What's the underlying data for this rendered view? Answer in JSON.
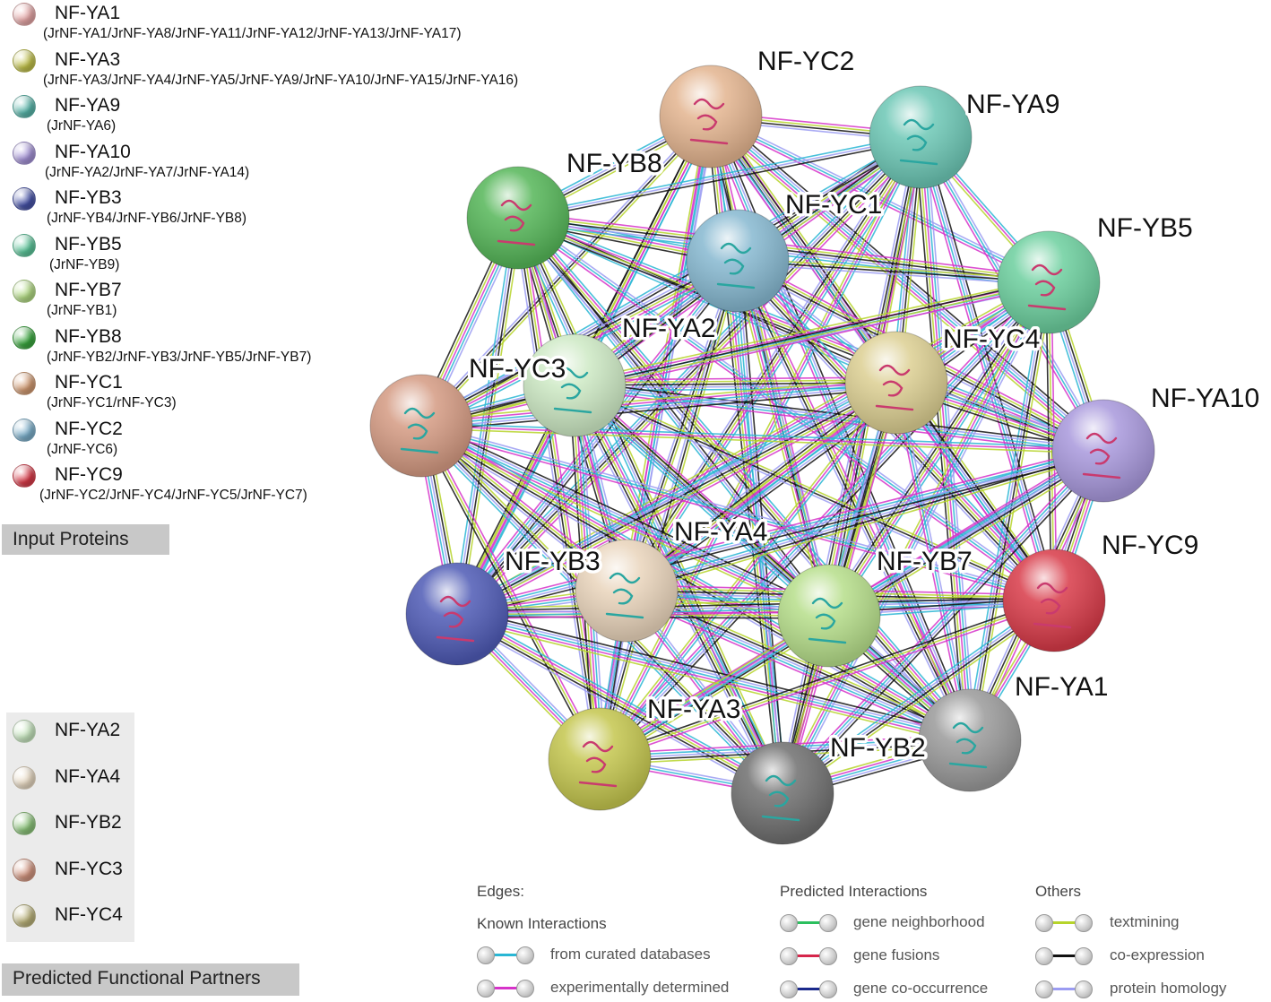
{
  "input_proteins": [
    {
      "name": "NF-YA1",
      "members": "(JrNF-YA1/JrNF-YA8/JrNF-YA11/JrNF-YA12/JrNF-YA13/JrNF-YA17)",
      "color": "#e8a8a8"
    },
    {
      "name": "NF-YA3",
      "members": "(JrNF-YA3/JrNF-YA4/JrNF-YA5/JrNF-YA9/JrNF-YA10/JrNF-YA15/JrNF-YA16)",
      "color": "#c2c24a"
    },
    {
      "name": "NF-YA9",
      "members": "(JrNF-YA6)",
      "color": "#58b7ab"
    },
    {
      "name": "NF-YA10",
      "members": "(JrNF-YA2/JrNF-YA7/JrNF-YA14)",
      "color": "#a593d8"
    },
    {
      "name": "NF-YB3",
      "members": "(JrNF-YB4/JrNF-YB6/JrNF-YB8)",
      "color": "#4652a8"
    },
    {
      "name": "NF-YB5",
      "members": "(JrNF-YB9)",
      "color": "#5cc79b"
    },
    {
      "name": "NF-YB7",
      "members": "(JrNF-YB1)",
      "color": "#b3dc84"
    },
    {
      "name": "NF-YB8",
      "members": "(JrNF-YB2/JrNF-YB3/JrNF-YB5/JrNF-YB7)",
      "color": "#3aa83e"
    },
    {
      "name": "NF-YC1",
      "members": "(JrNF-YC1/rNF-YC3)",
      "color": "#d39b72"
    },
    {
      "name": "NF-YC2",
      "members": "(JrNF-YC6)",
      "color": "#7cb0cc"
    },
    {
      "name": "NF-YC9",
      "members": "(JrNF-YC2/JrNF-YC4/JrNF-YC5/JrNF-YC7)",
      "color": "#d93a48"
    }
  ],
  "input_proteins_title": "Input Proteins",
  "predicted_partners": [
    {
      "name": "NF-YA2",
      "color": "#c8e8c0"
    },
    {
      "name": "NF-YA4",
      "color": "#eadbc4"
    },
    {
      "name": "NF-YB2",
      "color": "#8cc57a"
    },
    {
      "name": "NF-YC3",
      "color": "#d49680"
    },
    {
      "name": "NF-YC4",
      "color": "#bbb37a"
    }
  ],
  "predicted_partners_title": "Predicted Functional Partners",
  "network_nodes": [
    {
      "name": "NF-YC2",
      "color": "#e3b48f"
    },
    {
      "name": "NF-YA9",
      "color": "#6cc7b5"
    },
    {
      "name": "NF-YB8",
      "color": "#55b658"
    },
    {
      "name": "NF-YC1",
      "color": "#86b8d0"
    },
    {
      "name": "NF-YB5",
      "color": "#6ccf9e"
    },
    {
      "name": "NF-YA2",
      "color": "#cde9c4"
    },
    {
      "name": "NF-YC4",
      "color": "#dccf92"
    },
    {
      "name": "NF-YC3",
      "color": "#d49a82"
    },
    {
      "name": "NF-YA10",
      "color": "#a898dc"
    },
    {
      "name": "NF-YA4",
      "color": "#e9d4bb"
    },
    {
      "name": "NF-YB3",
      "color": "#4e5ab5"
    },
    {
      "name": "NF-YB7",
      "color": "#b6de8a"
    },
    {
      "name": "NF-YC9",
      "color": "#d83a48"
    },
    {
      "name": "NF-YA1",
      "color": "#9a9a9a"
    },
    {
      "name": "NF-YA3",
      "color": "#c4c64e"
    },
    {
      "name": "NF-YB2",
      "color": "#6f6f6f"
    }
  ],
  "edges_legend": {
    "title": "Edges:",
    "known_title": "Known Interactions",
    "predicted_title": "Predicted Interactions",
    "others_title": "Others",
    "known": [
      {
        "label": "from curated databases",
        "color": "#29b6d4"
      },
      {
        "label": "experimentally determined",
        "color": "#d633c9"
      }
    ],
    "predicted": [
      {
        "label": "gene neighborhood",
        "color": "#2bbf5e"
      },
      {
        "label": "gene fusions",
        "color": "#d6264b"
      },
      {
        "label": "gene co-occurrence",
        "color": "#1b2a8c"
      }
    ],
    "others": [
      {
        "label": "textmining",
        "color": "#b6d42a"
      },
      {
        "label": "co-expression",
        "color": "#111111"
      },
      {
        "label": "protein homology",
        "color": "#9b9cf2"
      }
    ]
  }
}
